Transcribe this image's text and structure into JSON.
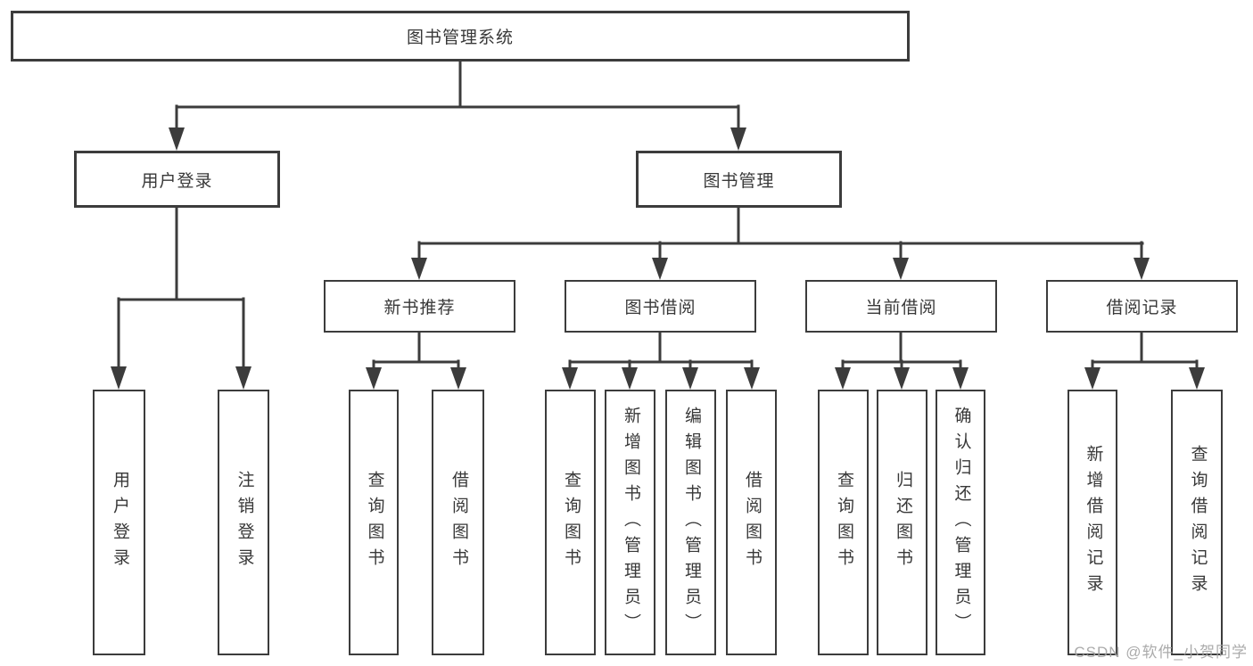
{
  "page": {
    "background": "#ffffff",
    "line_color": "#3c3c3c",
    "text_color": "#383838"
  },
  "tree": {
    "root": {
      "label": "图书管理系统"
    },
    "branches": [
      {
        "label": "用户登录",
        "children": [
          {
            "label": "用户登录"
          },
          {
            "label": "注销登录"
          }
        ]
      },
      {
        "label": "图书管理",
        "children": [
          {
            "label": "新书推荐",
            "children": [
              {
                "label": "查询图书"
              },
              {
                "label": "借阅图书"
              }
            ]
          },
          {
            "label": "图书借阅",
            "children": [
              {
                "label": "查询图书"
              },
              {
                "label": "新增图书（管理员）"
              },
              {
                "label": "编辑图书（管理员）"
              },
              {
                "label": "借阅图书"
              }
            ]
          },
          {
            "label": "当前借阅",
            "children": [
              {
                "label": "查询图书"
              },
              {
                "label": "归还图书"
              },
              {
                "label": "确认归还（管理员）"
              }
            ]
          },
          {
            "label": "借阅记录",
            "children": [
              {
                "label": "新增借阅记录"
              },
              {
                "label": "查询借阅记录"
              }
            ]
          }
        ]
      }
    ]
  },
  "watermark": {
    "text": "CSDN @软件_小贺同学"
  }
}
